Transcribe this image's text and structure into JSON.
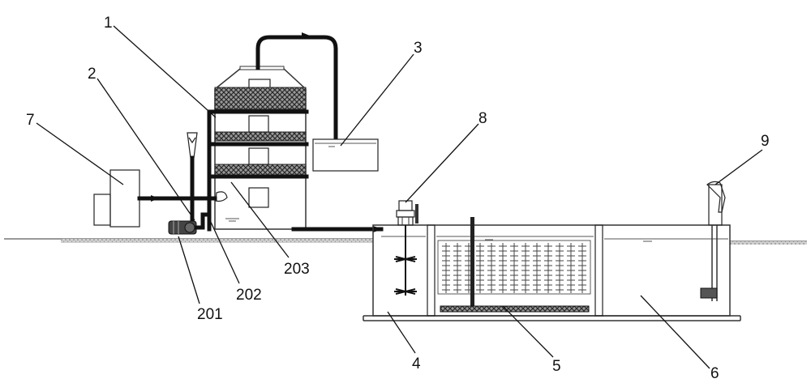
{
  "labels": {
    "l1": "1",
    "l2": "2",
    "l3": "3",
    "l4": "4",
    "l5": "5",
    "l6": "6",
    "l7": "7",
    "l8": "8",
    "l9": "9",
    "l201": "201",
    "l202": "202",
    "l203": "203"
  },
  "colors": {
    "line": "#111111",
    "ground": "#999999",
    "background": "#ffffff"
  }
}
